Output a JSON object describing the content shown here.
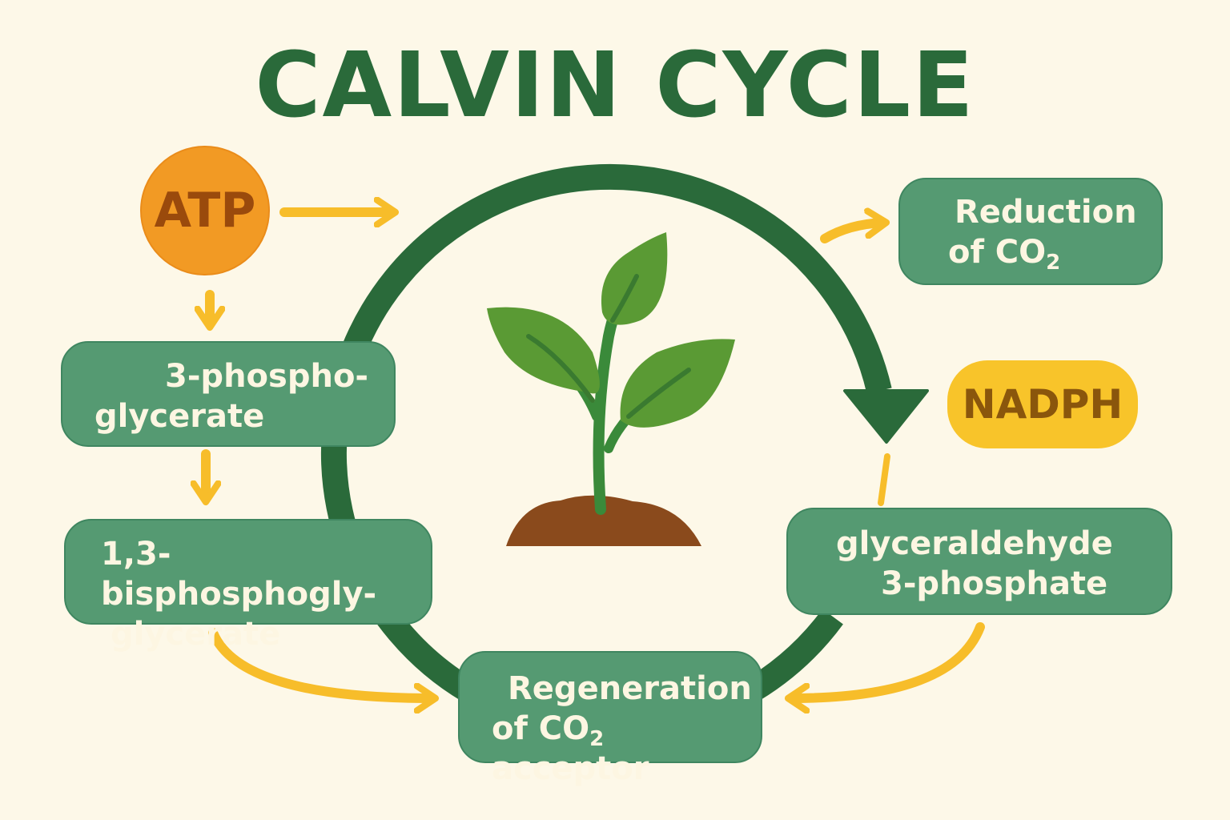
{
  "title": "CALVIN CYCLE",
  "nodes": {
    "atp": "ATP",
    "nadph": "NADPH",
    "reduction": {
      "line1": "Reduction",
      "line2_pre": "of CO",
      "line2_sub": "2"
    },
    "phosphoglycerate": {
      "line1": "3-phospho-",
      "line2": "glycerate"
    },
    "bisphosphoglycerate": {
      "line1": "1,3-bisphosphogly-",
      "line2": "glycerate"
    },
    "g3p": {
      "line1": "glyceraldehyde",
      "line2": "3-phosphate"
    },
    "regeneration": {
      "line1": "Regeneration",
      "line2_pre": "of CO",
      "line2_sub": "2",
      "line2_post": " acceptor"
    }
  },
  "colors": {
    "background": "#fdf8e8",
    "cycle": "#2a6a3a",
    "box": "#559a72",
    "arrow": "#f7bd2a",
    "atp": "#f29a24",
    "nadph": "#f8c42a"
  }
}
